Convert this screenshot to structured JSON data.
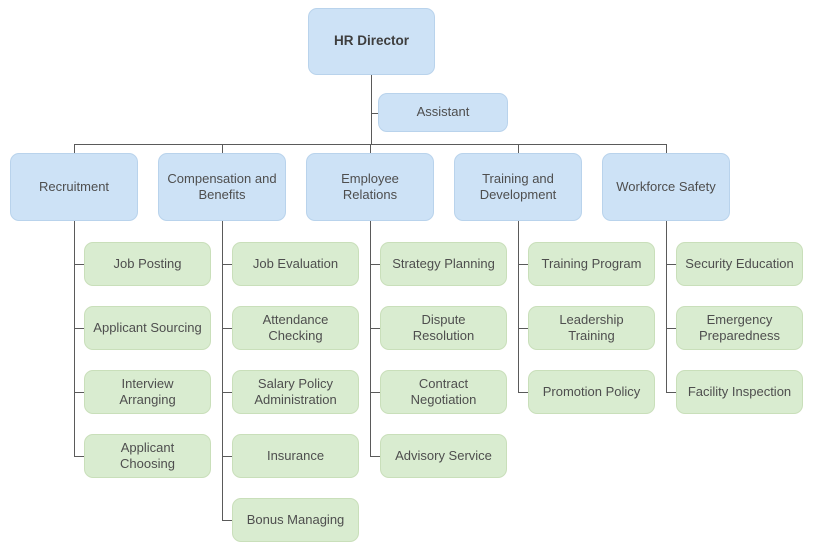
{
  "diagram": {
    "type": "org-chart",
    "root": {
      "label": "HR Director"
    },
    "assistant": {
      "label": "Assistant"
    },
    "departments": [
      {
        "label": "Recruitment",
        "children": [
          {
            "label": "Job Posting"
          },
          {
            "label": "Applicant Sourcing"
          },
          {
            "label": "Interview Arranging"
          },
          {
            "label": "Applicant Choosing"
          }
        ]
      },
      {
        "label": "Compensation and Benefits",
        "children": [
          {
            "label": "Job Evaluation"
          },
          {
            "label": "Attendance Checking"
          },
          {
            "label": "Salary Policy Administration"
          },
          {
            "label": "Insurance"
          },
          {
            "label": "Bonus Managing"
          }
        ]
      },
      {
        "label": "Employee Relations",
        "children": [
          {
            "label": "Strategy Planning"
          },
          {
            "label": "Dispute Resolution"
          },
          {
            "label": "Contract Negotiation"
          },
          {
            "label": "Advisory Service"
          }
        ]
      },
      {
        "label": "Training and Development",
        "children": [
          {
            "label": "Training Program"
          },
          {
            "label": "Leadership Training"
          },
          {
            "label": "Promotion Policy"
          }
        ]
      },
      {
        "label": "Workforce Safety",
        "children": [
          {
            "label": "Security Education"
          },
          {
            "label": "Emergency Preparedness"
          },
          {
            "label": "Facility Inspection"
          }
        ]
      }
    ],
    "colors": {
      "manager_fill": "#cde2f6",
      "manager_border": "#b9d3ec",
      "function_fill": "#d9ecd0",
      "function_border": "#c9dfba",
      "connector": "#5a5a5a",
      "text": "#4e4e4e"
    }
  }
}
